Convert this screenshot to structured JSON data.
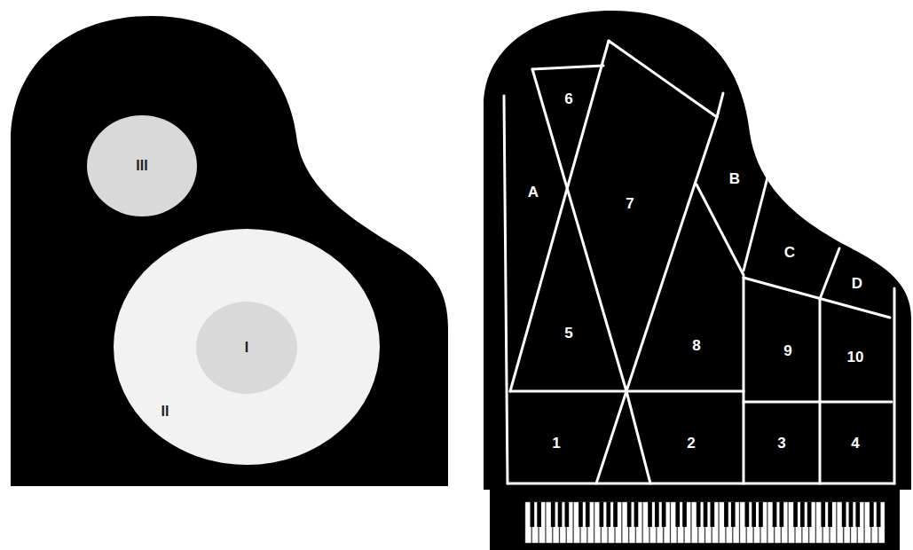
{
  "diagram": {
    "nodes": [
      {
        "text": [
          "III"
        ]
      },
      {
        "text": [
          "II"
        ]
      },
      {
        "text": [
          "I"
        ],
        "in": 1
      }
    ],
    "labels": [
      "6",
      "A",
      "7",
      "B",
      "C",
      "D",
      "5",
      "8",
      "9",
      "10",
      "1",
      "2",
      "3",
      "4"
    ]
  }
}
